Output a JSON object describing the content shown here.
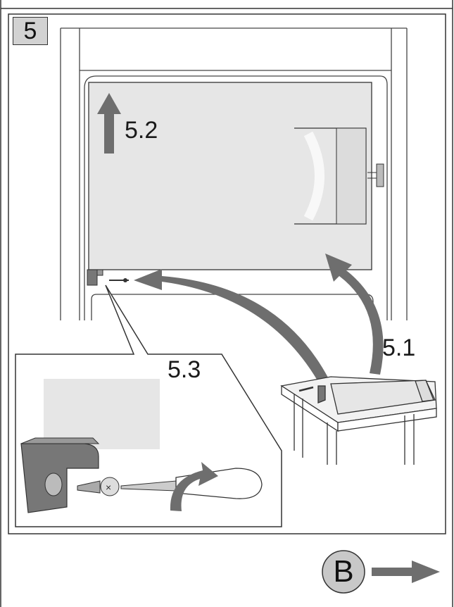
{
  "step": {
    "number": "5"
  },
  "labels": {
    "step_5_1": "5.1",
    "step_5_2": "5.2",
    "step_5_3": "5.3"
  },
  "next": {
    "letter": "B"
  },
  "colors": {
    "arrow": "#6e6e6e",
    "panel": "#e6e6e6",
    "outline": "#333333",
    "badge": "#d2d2d2"
  }
}
